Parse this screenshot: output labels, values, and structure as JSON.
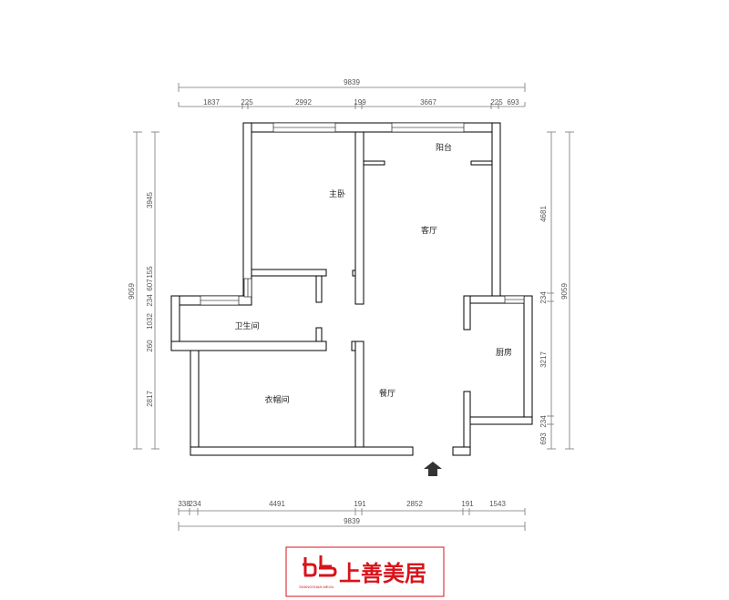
{
  "dimensions": {
    "top_total": "9839",
    "top": [
      "1837",
      "225",
      "2992",
      "199",
      "3667",
      "225",
      "693"
    ],
    "left_total": "9059",
    "left": [
      "3945",
      "155",
      "607",
      "234",
      "1032",
      "260",
      "2817"
    ],
    "right_total": "9059",
    "right": [
      "4681",
      "234",
      "3217",
      "234",
      "693"
    ],
    "bottom": [
      "338",
      "234",
      "4491",
      "191",
      "2852",
      "191",
      "1543"
    ],
    "bottom_total": "9839"
  },
  "rooms": {
    "balcony": "阳台",
    "master_bedroom": "主卧",
    "living_room": "客厅",
    "bathroom": "卫生间",
    "closet": "衣帽间",
    "dining_room": "餐厅",
    "kitchen": "厨房"
  },
  "entrance_icon": "up-arrow-icon",
  "logo": {
    "text": "上善美居",
    "sub": "SHANGSHAN MEIJU",
    "color": "#d8131b"
  }
}
